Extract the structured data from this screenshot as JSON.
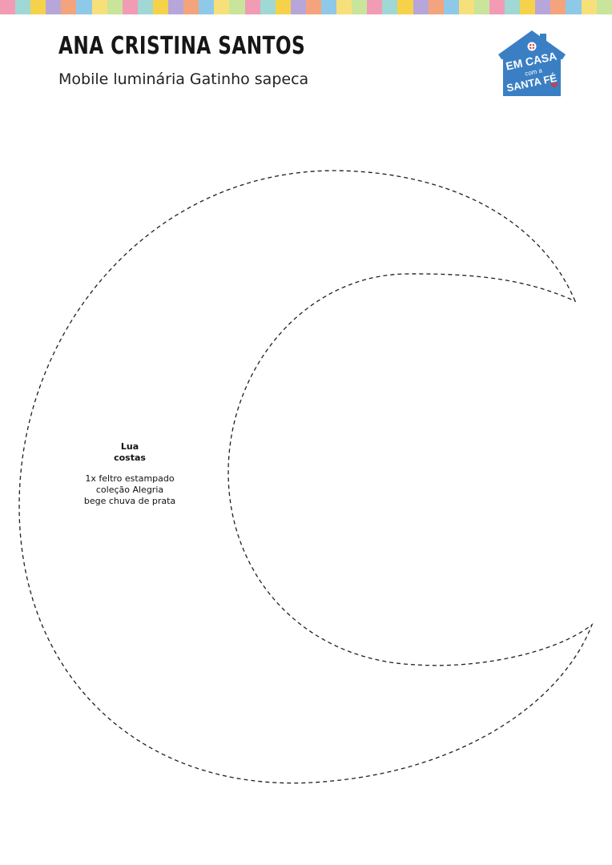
{
  "header": {
    "author": "ANA CRISTINA SANTOS",
    "subtitle": "Mobile luminária Gatinho sapeca"
  },
  "logo": {
    "icon": "house-logo-icon",
    "line1": "EM CASA",
    "line2": "com a",
    "line3": "SANTA FÉ",
    "color": "#3a7fc4"
  },
  "stripe_colors": [
    "#f29bb4",
    "#9fd8d4",
    "#f6d24a",
    "#b7a6d9",
    "#f4a47c",
    "#8fc9e8",
    "#f7e07a",
    "#c9e59b"
  ],
  "pattern": {
    "shape": "crescent-moon-outline",
    "line_style": "dashed",
    "piece_name_line1": "Lua",
    "piece_name_line2": "costas",
    "material_line1": "1x feltro estampado",
    "material_line2": "coleção Alegria",
    "material_line3": "bege chuva de prata"
  }
}
